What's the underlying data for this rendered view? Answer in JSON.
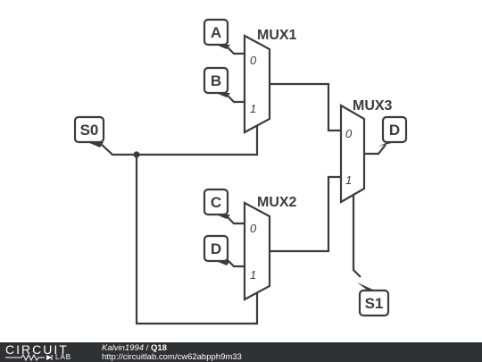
{
  "diagram": {
    "pins": {
      "A": "A",
      "B": "B",
      "C": "C",
      "D_in": "D",
      "S0": "S0",
      "D_out": "D",
      "S1": "S1"
    },
    "muxes": {
      "mux1": {
        "label": "MUX1",
        "in0": "0",
        "in1": "1"
      },
      "mux2": {
        "label": "MUX2",
        "in0": "0",
        "in1": "1"
      },
      "mux3": {
        "label": "MUX3",
        "in0": "0",
        "in1": "1"
      }
    }
  },
  "footer": {
    "logo_text": "CIRCUIT",
    "logo_sub": "LAB",
    "author": "Kalvin1994",
    "separator": " / ",
    "circuit_name": "Q18",
    "url": "http://circuitlab.com/cw62abpph9m33"
  },
  "colors": {
    "wire": "#3c3c3c",
    "footer_bg": "#2f3234"
  }
}
